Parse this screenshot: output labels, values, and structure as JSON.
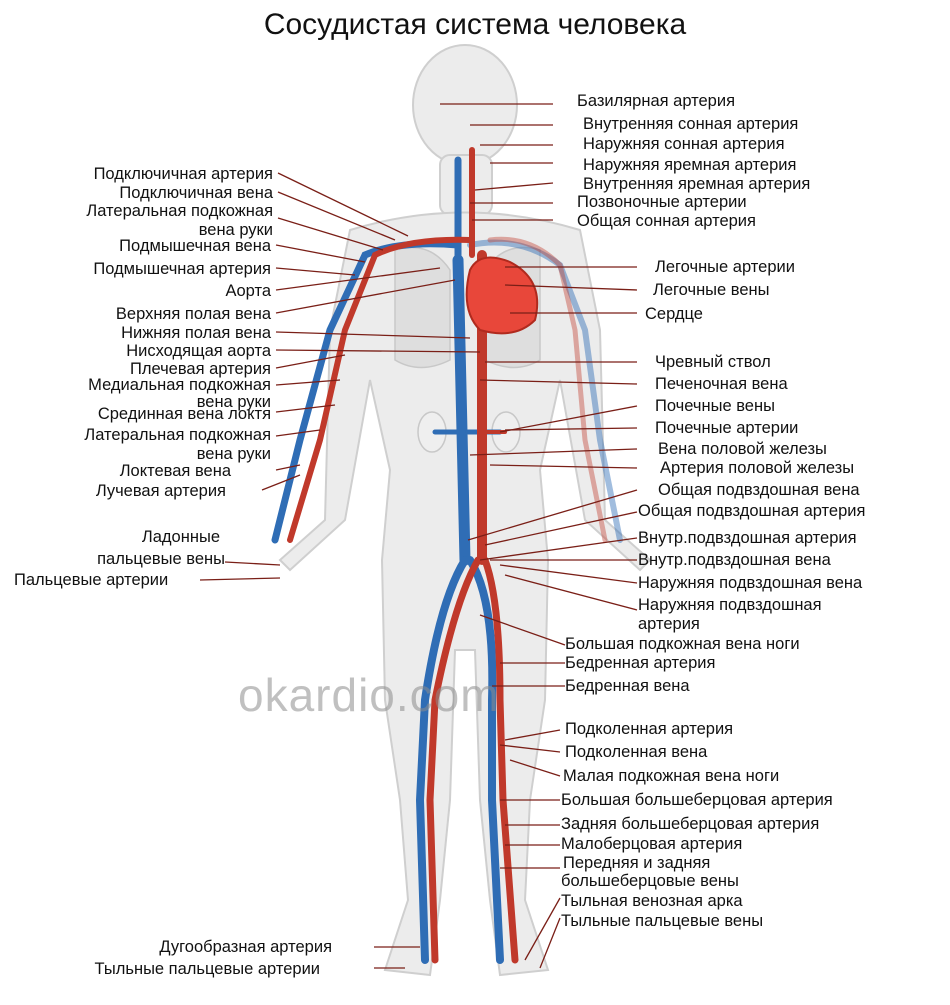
{
  "title": "Сосудистая система человека",
  "watermark": "okardio.com",
  "colors": {
    "artery": "#c0392b",
    "vein": "#2f6db5",
    "body": "#e8e8e8",
    "heart": "#e8473a"
  },
  "left_labels": [
    "Подключичная артерия",
    "Подключичная вена",
    "Латеральная подкожная",
    "вена руки",
    "Подмышечная вена",
    "Подмышечная артерия",
    "Аорта",
    "Верхняя полая вена",
    "Нижняя полая вена",
    "Нисходящая аорта",
    "Плечевая артерия",
    "Медиальная подкожная",
    "вена руки",
    "Срединная вена локтя",
    "Латеральная подкожная",
    "вена руки",
    "Локтевая вена",
    "Лучевая артерия",
    "Ладонные",
    "пальцевые вены",
    "Пальцевые артерии",
    "Дугообразная артерия",
    "Тыльные пальцевые артерии"
  ],
  "right_labels": [
    "Базилярная артерия",
    "Внутренняя сонная артерия",
    "Наружняя сонная артерия",
    "Наружняя яремная артерия",
    "Внутренняя яремная артерия",
    "Позвоночные артерии",
    "Общая сонная артерия",
    "Легочные артерии",
    "Легочные вены",
    "Сердце",
    "Чревный ствол",
    "Печеночная вена",
    "Почечные вены",
    "Почечные артерии",
    "Вена половой железы",
    "Артерия половой железы",
    "Общая подвздошная вена",
    "Общая подвздошная артерия",
    "Внутр.подвздошная артерия",
    "Внутр.подвздошная вена",
    "Наружняя подвздошная вена",
    "Наружняя подвздошная",
    "артерия",
    "Большая подкожная вена ноги",
    "Бедренная артерия",
    "Бедренная вена",
    "Подколенная артерия",
    "Подколенная вена",
    "Малая подкожная вена ноги",
    "Большая большеберцовая артерия",
    "Задняя большеберцовая артерия",
    "Малоберцовая артерия",
    "Передняя и задняя",
    "большеберцовые вены",
    "Тыльная венозная арка",
    "Тыльные пальцевые вены"
  ]
}
